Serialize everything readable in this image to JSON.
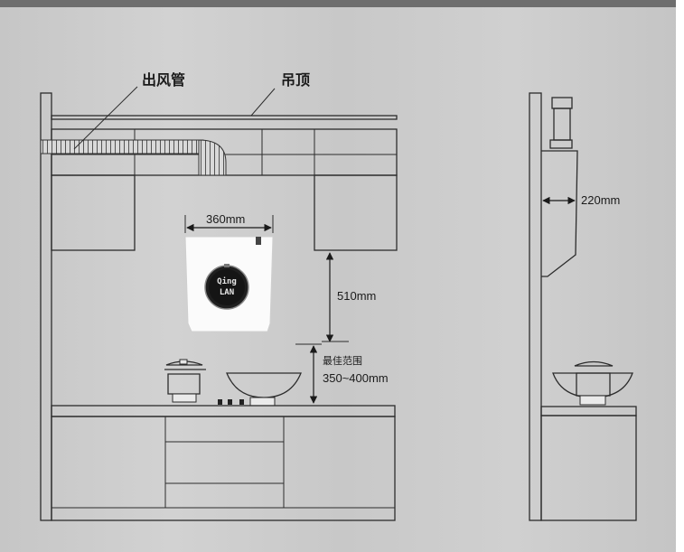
{
  "labels": {
    "air_duct": "出风管",
    "ceiling": "吊顶",
    "width": "360mm",
    "height_gap": "510mm",
    "best_range_title": "最佳范围",
    "best_range_value": "350~400mm",
    "depth": "220mm"
  },
  "device": {
    "brand_line1": "Qing",
    "brand_line2": "LAN"
  },
  "colors": {
    "background": "#c9c9c9",
    "line": "#2c2c2c",
    "device_body": "#fbfbfb",
    "knob": "#1f1f1f"
  }
}
